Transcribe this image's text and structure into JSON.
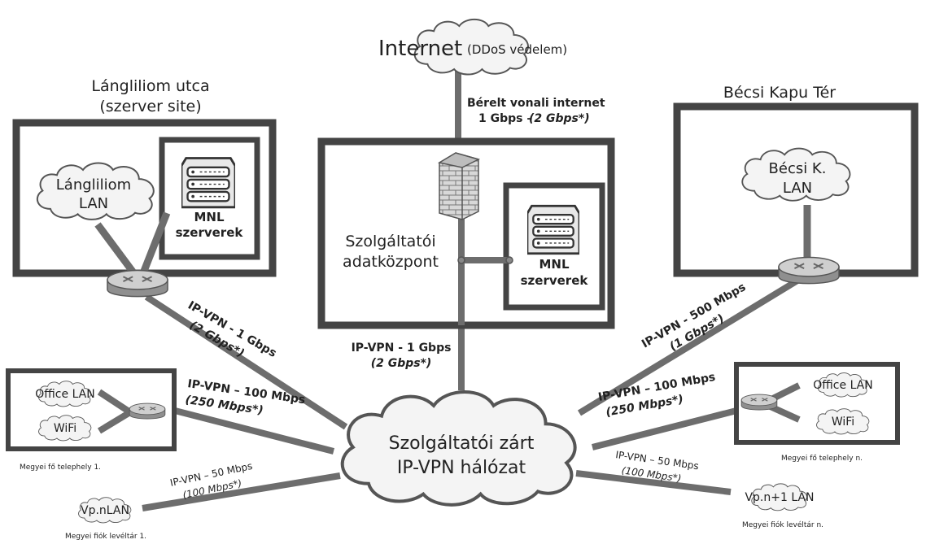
{
  "internet": {
    "title": "Internet",
    "note": "(DDoS védelem)"
  },
  "uplink": {
    "line1": "Bérelt vonali internet",
    "line2_a": "1 Gbps –",
    "line2_b": "(2 Gbps*)"
  },
  "site_langliliom": {
    "title_l1": "Lángliliom utca",
    "title_l2": "(szerver site)",
    "lan_l1": "Lángliliom",
    "lan_l2": "LAN",
    "servers_l1": "MNL",
    "servers_l2": "szerverek"
  },
  "datacenter": {
    "title_l1": "Szolgáltatói",
    "title_l2": "adatközpont",
    "servers_l1": "MNL",
    "servers_l2": "szerverek"
  },
  "site_becsi": {
    "title": "Bécsi Kapu Tér",
    "lan_l1": "Bécsi K.",
    "lan_l2": "LAN"
  },
  "core": {
    "line1": "Szolgáltatói zárt",
    "line2": "IP-VPN hálózat"
  },
  "links": {
    "langliliom": {
      "l1": "IP-VPN - 1 Gbps",
      "l2": "(2 Gbps*)"
    },
    "datacenter": {
      "l1": "IP-VPN - 1 Gbps",
      "l2": "(2 Gbps*)"
    },
    "becsi": {
      "l1": "IP-VPN - 500 Mbps",
      "l2": "(1 Gbps*)"
    },
    "megyei1": {
      "l1": "IP-VPN – 100 Mbps",
      "l2": "(250 Mbps*)"
    },
    "megyein": {
      "l1": "IP-VPN – 100 Mbps",
      "l2": "(250 Mbps*)"
    },
    "fiok1": {
      "l1": "IP-VPN – 50 Mbps",
      "l2": "(100 Mbps*)"
    },
    "fiokn": {
      "l1": "IP-VPN – 50 Mbps",
      "l2": "(100 Mbps*)"
    }
  },
  "megyei1": {
    "office": "Office LAN",
    "wifi": "WiFi",
    "caption": "Megyei fő telephely 1."
  },
  "megyein": {
    "office": "Office LAN",
    "wifi": "WiFi",
    "caption": "Megyei fő telephely n."
  },
  "fiok1": {
    "lan": "Vp.nLAN",
    "caption": "Megyei fiók levéltár 1."
  },
  "fiokn": {
    "lan": "Vp.n+1 LAN",
    "caption": "Megyei fiók levéltár n."
  },
  "icons": [
    "cloud-icon",
    "router-icon",
    "firewall-icon",
    "server-rack-icon"
  ]
}
